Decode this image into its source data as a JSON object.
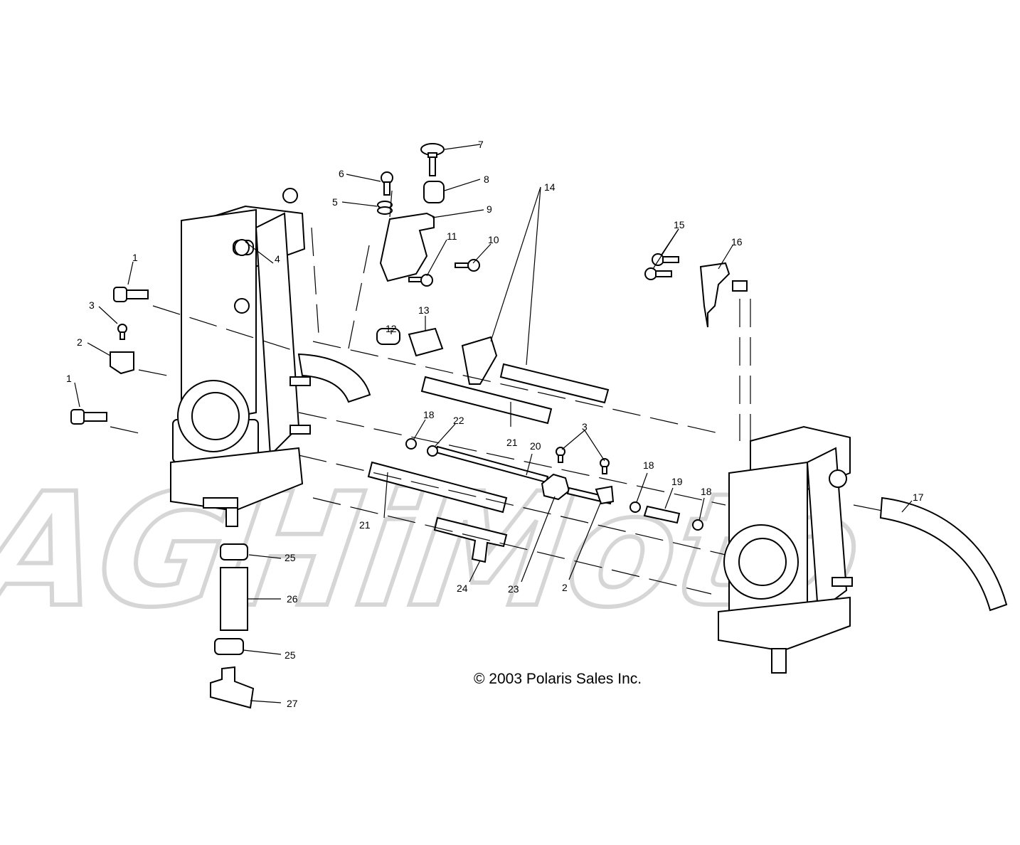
{
  "watermark": {
    "text": "AGHiMoto"
  },
  "copyright": "© 2003 Polaris Sales Inc.",
  "callouts": {
    "c1a": "1",
    "c1b": "1",
    "c2a": "2",
    "c2b": "2",
    "c3a": "3",
    "c3b": "3",
    "c4": "4",
    "c5": "5",
    "c6": "6",
    "c7": "7",
    "c8": "8",
    "c9": "9",
    "c10": "10",
    "c11": "11",
    "c12": "12",
    "c13": "13",
    "c14": "14",
    "c15": "15",
    "c16": "16",
    "c17": "17",
    "c18a": "18",
    "c18b": "18",
    "c18c": "18",
    "c19": "19",
    "c20": "20",
    "c21a": "21",
    "c21b": "21",
    "c22": "22",
    "c23": "23",
    "c24": "24",
    "c25a": "25",
    "c25b": "25",
    "c26": "26",
    "c27": "27"
  }
}
